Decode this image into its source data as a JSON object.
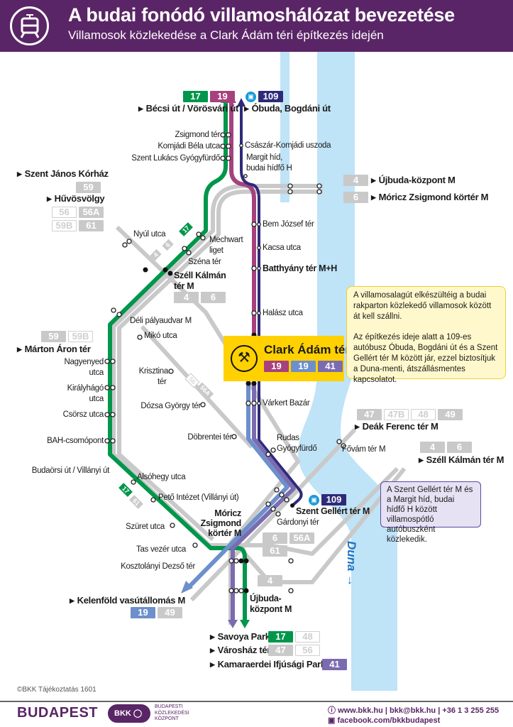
{
  "header": {
    "title": "A budai fonódó villamoshálózat bevezetése",
    "subtitle": "Villamosok közlekedése a Clark Ádám téri építkezés idején",
    "icon": "tram-icon"
  },
  "colors": {
    "header": "#5a2566",
    "line17": "#00964b",
    "line19": "#a7417e",
    "line19b": "#6d8fcb",
    "line41": "#7b6bb0",
    "bus109": "#2e2a7a",
    "other": "#c9c9c9",
    "river": "#bfe3f7",
    "works": "#ffd100"
  },
  "destinations": {
    "becsi": {
      "label": "Bécsi út / Vörösvári út",
      "routes": [
        "17",
        "19"
      ]
    },
    "obuda": {
      "label": "Óbuda, Bogdáni út",
      "routes": [
        "109"
      ]
    },
    "szent_janos": {
      "label": "Szent János Kórház",
      "routes": [
        "59"
      ]
    },
    "huvosvolgy": {
      "label": "Hűvösvölgy",
      "routes": [
        "56",
        "56A",
        "59B",
        "61"
      ]
    },
    "ujbuda_top": {
      "label": "Újbuda-központ M",
      "routes": [
        "4"
      ]
    },
    "moricz_top": {
      "label": "Móricz Zsigmond körtér M",
      "routes": [
        "6"
      ]
    },
    "marton": {
      "label": "Márton Áron tér",
      "routes": [
        "59",
        "59B"
      ]
    },
    "deak": {
      "label": "Deák Ferenc tér M",
      "routes": [
        "47",
        "47B",
        "48",
        "49"
      ]
    },
    "szell_right": {
      "label": "Széll Kálmán tér M",
      "routes": [
        "4",
        "6"
      ]
    },
    "kelenfold": {
      "label": "Kelenföld vasútállomás M",
      "routes": [
        "19",
        "49"
      ]
    },
    "savoya": {
      "label": "Savoya Park",
      "routes": [
        "17",
        "48"
      ]
    },
    "varoshaz": {
      "label": "Városház tér",
      "routes": [
        "47",
        "56"
      ]
    },
    "kamaraerdei": {
      "label": "Kamaraerdei Ifjúsági Park",
      "routes": [
        "41"
      ]
    }
  },
  "stations": {
    "zsigmond": "Zsigmond tér",
    "komjadi": "Komjádi Béla utca",
    "szent_lukacs": "Szent Lukács Gyógyfürdő",
    "csaszar": "Császár-Komjádi uszoda",
    "margit1": "Margit híd,",
    "margit2": "budai hídfő H",
    "bem": "Bem József tér",
    "kacsa": "Kacsa utca",
    "batthyany": "Batthyány tér M+H",
    "halasz": "Halász utca",
    "varkert": "Várkert Bazár",
    "rudas1": "Rudas",
    "rudas2": "Gyógyfürdő",
    "fovam": "Fővám tér M",
    "gellert": "Szent Gellért tér M",
    "gardonyi": "Gárdonyi tér",
    "nyul": "Nyúl utca",
    "mechwart1": "Mechwart",
    "mechwart2": "liget",
    "szena": "Széna tér",
    "szell1": "Széll Kálmán",
    "szell2": "tér M",
    "deli": "Déli pályaudvar M",
    "miko": "Mikó utca",
    "krisztina1": "Krisztina",
    "krisztina2": "tér",
    "dozsa": "Dózsa György tér",
    "dobrentei": "Döbrentei tér",
    "nagyenyed1": "Nagyenyed",
    "nagyenyed2": "utca",
    "kiralyhago1": "Királyhágó",
    "kiralyhago2": "utca",
    "csorsz": "Csörsz utca",
    "bah": "BAH-csomópont",
    "budaorsi": "Budaörsi út / Villányi út",
    "alsohegy": "Alsóhegy utca",
    "peto": "Pető Intézet (Villányi út)",
    "szuret": "Szüret utca",
    "moricz1": "Móricz",
    "moricz2": "Zsigmond",
    "moricz3": "körtér M",
    "tas": "Tas vezér utca",
    "kosztolanyi": "Kosztolányi Dezső tér",
    "ujbuda1": "Újbuda-",
    "ujbuda2": "központ M"
  },
  "line_tags": {
    "szell_badges": [
      "4",
      "6"
    ],
    "moricz_badges": [
      "6",
      "56A",
      "61"
    ],
    "ujbuda_badge": "4",
    "tag17a": "17",
    "tag4": "4",
    "tag6": "6",
    "tag56": "56",
    "tag56a": "56A",
    "tag17b": "17",
    "tag61": "61"
  },
  "clark": {
    "name": "Clark Ádám tér",
    "routes": [
      "19",
      "19",
      "41"
    ],
    "icon": "construction-worker-icon"
  },
  "callout1": {
    "p1": "A villamosalagút elkészültéig a budai rakparton közlekedő villamosok között át kell szállni.",
    "p2": "Az építkezés ideje alatt a 109-es autóbusz Óbuda, Bogdáni út és a Szent Gellért tér M között jár, ezzel biztosítjuk a Duna-menti, átszállásmentes kapcsolatot."
  },
  "bus109": {
    "route": "109"
  },
  "callout2": "A Szent Gellért tér M és a Margit híd, budai hídfő H között villamospótló autóbuszként közlekedik.",
  "river": "Duna →",
  "footer": {
    "copyright": "©BKK Tájékoztatás 1601",
    "budapest_logo": "BUDAPEST",
    "bkk_logo": "BKK",
    "bkk_sub1": "BUDAPESTI",
    "bkk_sub2": "KÖZLEKEDÉSI",
    "bkk_sub3": "KÖZPONT",
    "contact": "www.bkk.hu | bkk@bkk.hu | +36 1 3 255 255",
    "facebook": "facebook.com/bkkbudapest"
  }
}
